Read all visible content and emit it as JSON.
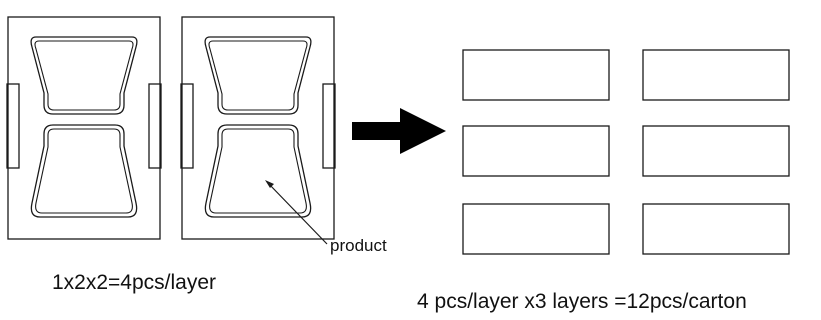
{
  "diagram": {
    "callout_label": "product",
    "caption_layer": "1x2x2=4pcs/layer",
    "caption_carton": "4 pcs/layer x3 layers =12pcs/carton",
    "packed_boxes_per_layer": 6,
    "trays_shown": 2
  },
  "colors": {
    "line": "#1a1a1a",
    "arrow": "#000000",
    "background": "#ffffff"
  }
}
